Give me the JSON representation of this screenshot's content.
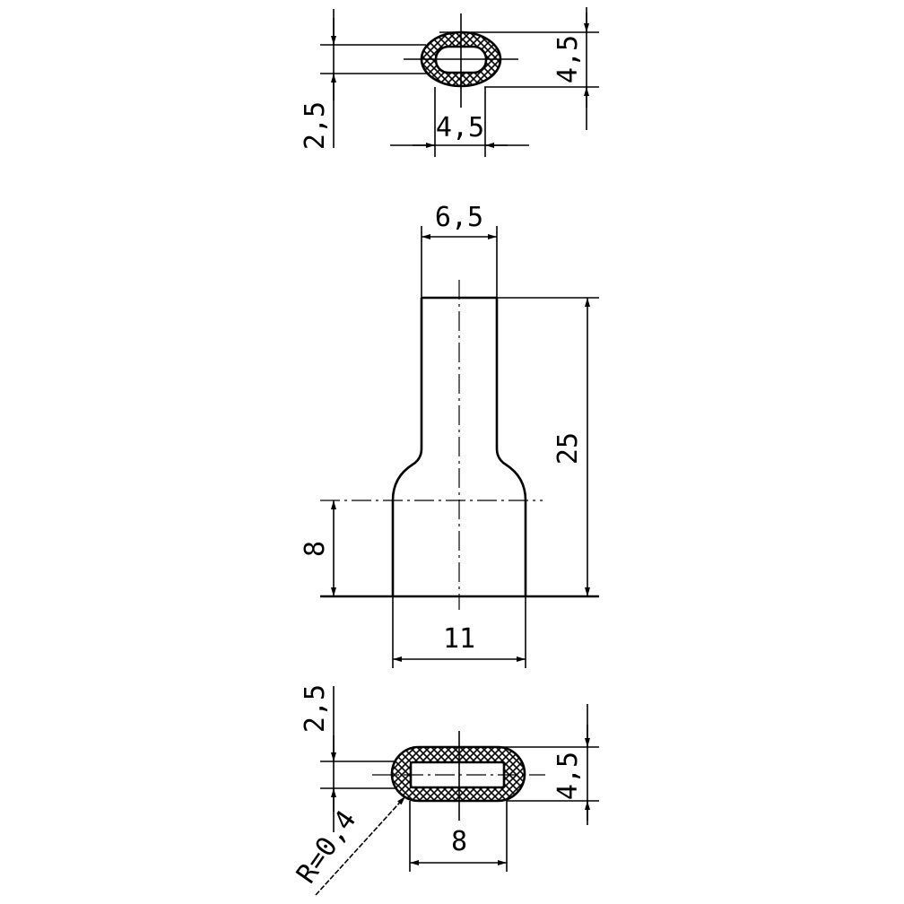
{
  "drawing": {
    "top_section": {
      "height_offset": "2,5",
      "outer_height": "4,5",
      "width": "4,5"
    },
    "side_view": {
      "top_width": "6,5",
      "total_height": "25",
      "base_height": "8",
      "base_width": "11"
    },
    "bottom_section": {
      "height_offset": "2,5",
      "outer_height": "4,5",
      "width": "8",
      "radius": "R=0,4"
    }
  }
}
